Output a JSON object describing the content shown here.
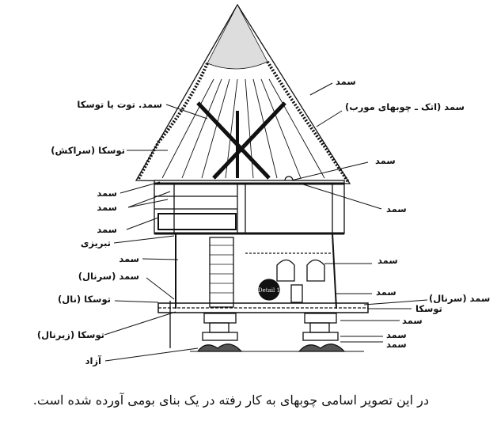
{
  "labels_left": [
    "سمد. توت یا توسکا",
    "توسکا (سراکش)",
    "سمد",
    "سمد",
    "سمد",
    "تبریزی",
    "سمد",
    "سمد (سرنال)",
    "توسکا (نال)",
    "توسکا (زیرنال)",
    "آزاد"
  ],
  "labels_right": [
    "سمد",
    "سمد (اتک ـ چوبهای مورب)",
    "سمد",
    "سمد",
    "سمد",
    "سمد",
    "سمد (سرنال)",
    "توسکا",
    "سمد",
    "سمد",
    "سمد"
  ],
  "watermark": "Detail 1",
  "caption": "در این تصویر اسامی چوبهای به کار رفته در یک بنای بومی آورده شده است."
}
